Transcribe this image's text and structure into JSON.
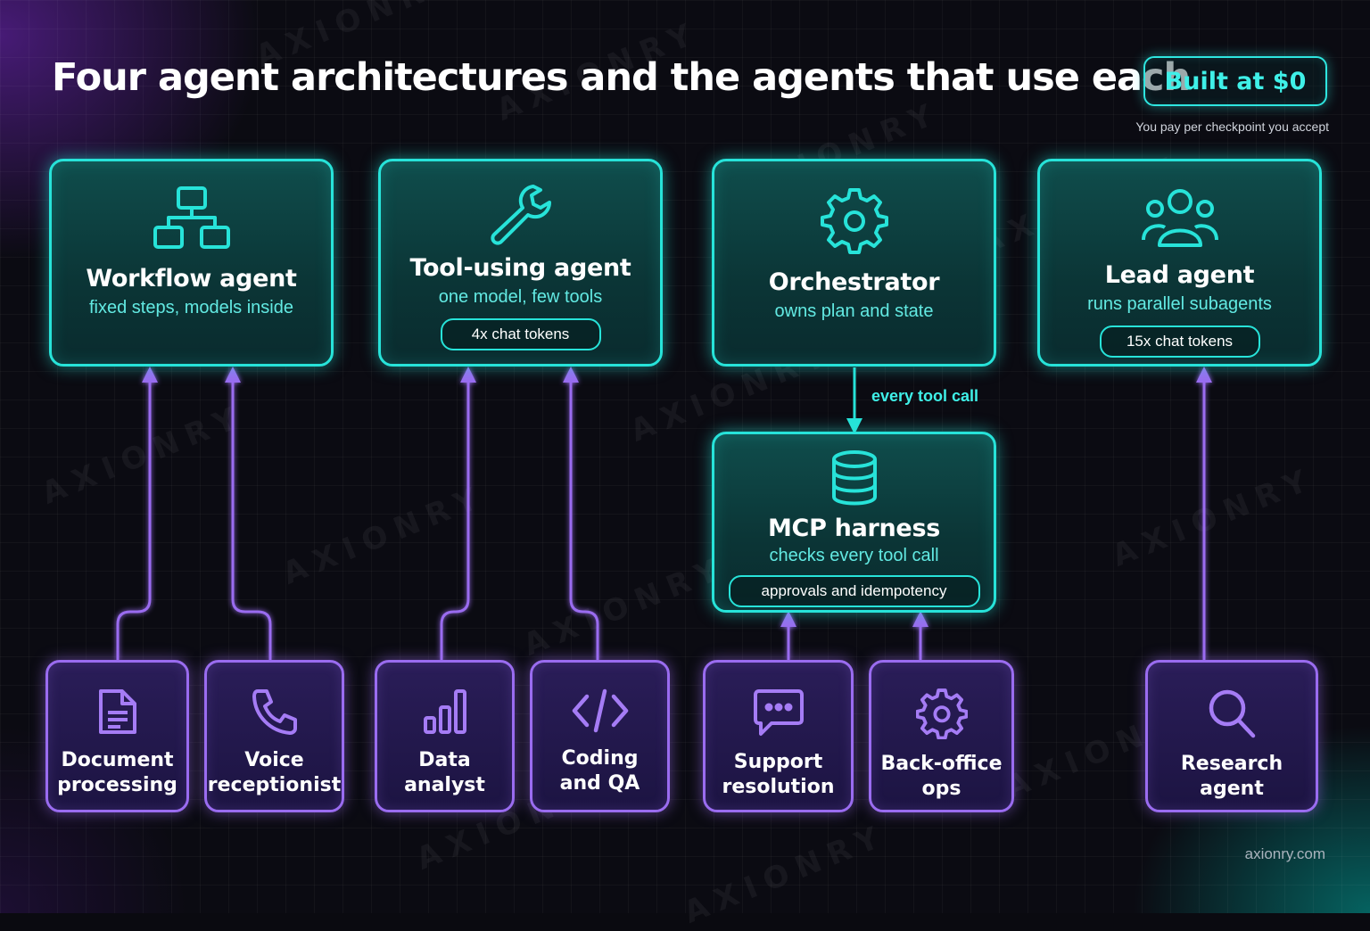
{
  "title": "Four agent architectures and the agents that use each",
  "badge": "Built at $0",
  "note": "You pay per checkpoint you accept",
  "footer": "axionry.com",
  "watermark": "AXIONRY",
  "colors": {
    "teal": "#27e3d9",
    "purple": "#9a6cf0",
    "background": "#0b0b12"
  },
  "architectures": [
    {
      "name": "Workflow agent",
      "subtitle": "fixed steps, models inside",
      "icon": "hierarchy-icon"
    },
    {
      "name": "Tool-using agent",
      "subtitle": "one model, few tools",
      "pill": "4x chat tokens",
      "icon": "wrench-icon"
    },
    {
      "name": "Orchestrator",
      "subtitle": "owns plan and state",
      "icon": "gear-icon"
    },
    {
      "name": "Lead agent",
      "subtitle": "runs parallel subagents",
      "pill": "15x chat tokens",
      "icon": "users-icon"
    }
  ],
  "harness": {
    "name": "MCP harness",
    "subtitle": "checks every tool call",
    "pill": "approvals and idempotency",
    "edge_label": "every tool call",
    "icon": "database-icon"
  },
  "agents": [
    {
      "line1": "Document",
      "line2": "processing",
      "icon": "document-icon"
    },
    {
      "line1": "Voice",
      "line2": "receptionist",
      "icon": "phone-icon"
    },
    {
      "line1": "Data",
      "line2": "analyst",
      "icon": "bar-chart-icon"
    },
    {
      "line1": "Coding",
      "line2": "and QA",
      "icon": "code-icon"
    },
    {
      "line1": "Support",
      "line2": "resolution",
      "icon": "chat-bubble-icon"
    },
    {
      "line1": "Back-office",
      "line2": "ops",
      "icon": "gear-icon"
    },
    {
      "line1": "Research",
      "line2": "agent",
      "icon": "search-icon"
    }
  ]
}
